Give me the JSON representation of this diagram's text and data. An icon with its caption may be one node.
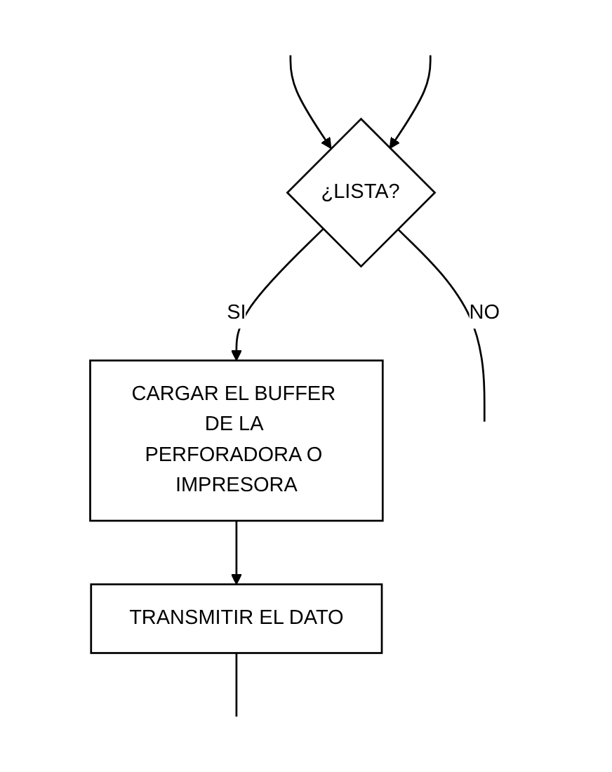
{
  "diagram": {
    "nodes": [
      {
        "text": [
          "¿LISTA?"
        ]
      },
      {
        "text": [
          "CARGAR EL BUFFER DE LA PERFORADORA O IMPRESORA"
        ]
      },
      {
        "text": [
          "TRANSMITIR EL DATO"
        ]
      }
    ],
    "edges": [
      {
        "from": null,
        "to": 0,
        "arrow": "to"
      },
      {
        "from": 0,
        "to": null,
        "arrow": "none",
        "label": "NO"
      },
      {
        "from": 0,
        "to": 1,
        "arrow": "to",
        "label": "SI"
      },
      {
        "from": 1,
        "to": 2,
        "arrow": "to"
      },
      {
        "from": 2,
        "to": null,
        "arrow": "none"
      },
      {
        "from": null,
        "to": 0,
        "arrow": "to"
      }
    ]
  }
}
